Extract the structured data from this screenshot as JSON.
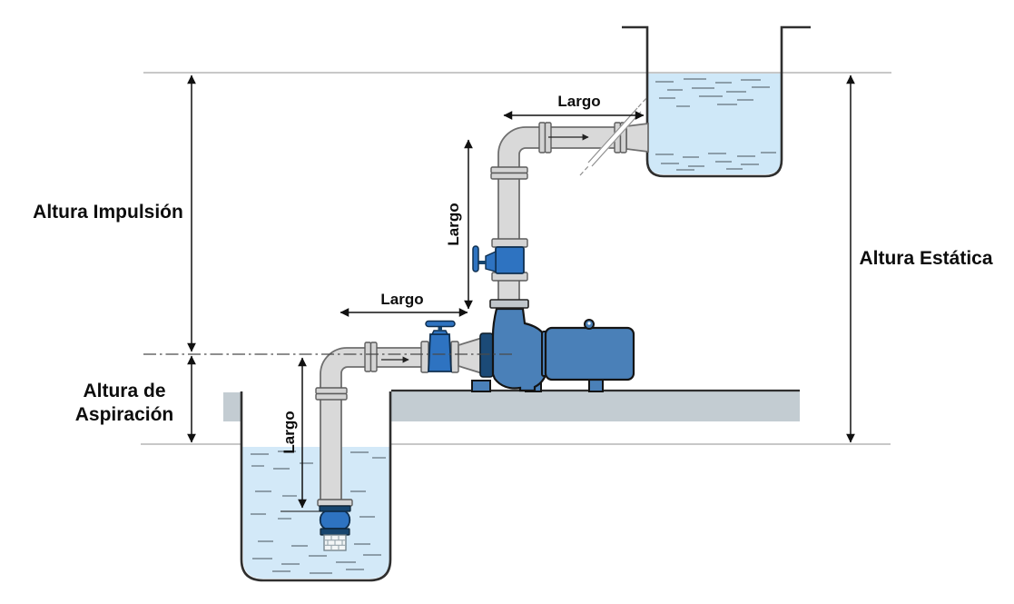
{
  "labels": {
    "altura_impulsion": "Altura Impulsión",
    "altura_aspiracion_line1": "Altura de",
    "altura_aspiracion_line2": "Aspiración",
    "altura_estatica": "Altura Estática",
    "largo_discharge_horizontal": "Largo",
    "largo_discharge_vertical": "Largo",
    "largo_suction_horizontal": "Largo",
    "largo_suction_vertical": "Largo"
  },
  "colors": {
    "pump_blue": "#4a80b8",
    "valve_blue": "#2e73c1",
    "dark_navy": "#17456e",
    "pipe_gray": "#d9d9d9",
    "pipe_outline": "#6f6f6f",
    "water_blue": "#cfe8f8",
    "ground_gray": "#c3ccd2",
    "tank_outline": "#2f2f2f",
    "reference_line": "#a8a8a8",
    "dimension_color": "#111111",
    "text_color": "#0d0d0d"
  }
}
